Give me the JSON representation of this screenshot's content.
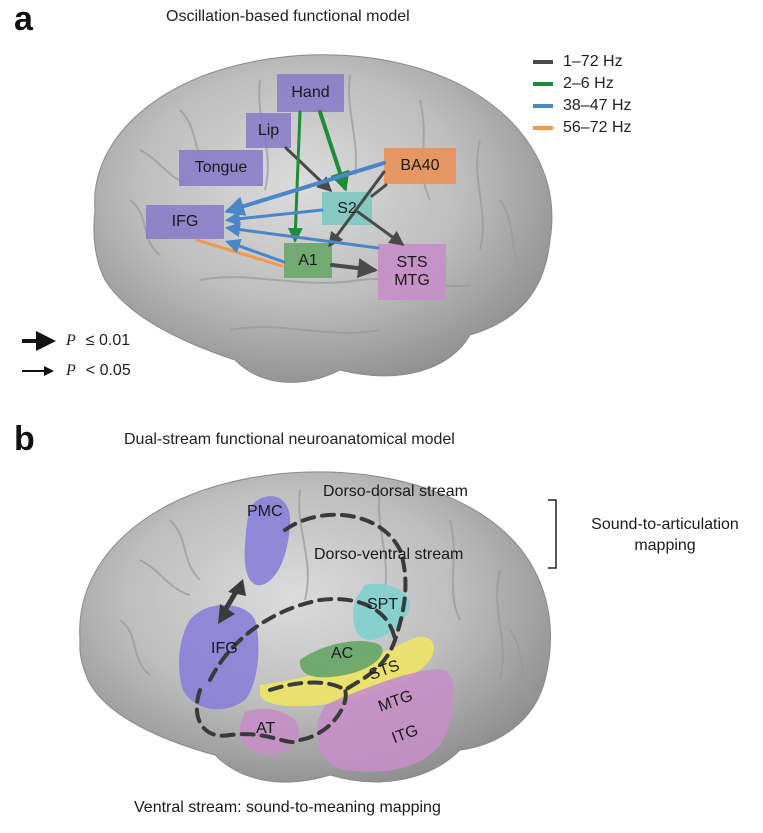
{
  "panel_a": {
    "letter": "a",
    "title": "Oscillation-based functional model",
    "legend": [
      {
        "label": "1–72 Hz",
        "color": "#4a4a4a"
      },
      {
        "label": "2–6 Hz",
        "color": "#1e8c3a"
      },
      {
        "label": "38–47 Hz",
        "color": "#4a86c8"
      },
      {
        "label": "56–72 Hz",
        "color": "#f2994a"
      }
    ],
    "regions": {
      "hand": "Hand",
      "lip": "Lip",
      "tongue": "Tongue",
      "ba40": "BA40",
      "s2": "S2",
      "ifg": "IFG",
      "a1": "A1",
      "sts": "STS",
      "mtg": "MTG"
    },
    "region_colors": {
      "motor": "#8a7fc8",
      "ba40": "#e8935a",
      "s2": "#7fc8c0",
      "a1": "#6aa86a",
      "sts_mtg": "#c58fc8"
    },
    "significance": [
      {
        "symbol": "P",
        "relation": "≤ 0.01"
      },
      {
        "symbol": "P",
        "relation": "< 0.05"
      }
    ]
  },
  "panel_b": {
    "letter": "b",
    "title": "Dual-stream functional neuroanatomical model",
    "regions": {
      "pmc": "PMC",
      "ifg": "IFG",
      "spt": "SPT",
      "ac": "AC",
      "sts": "STS",
      "mtg": "MTG",
      "at": "AT",
      "itg": "ITG"
    },
    "region_colors": {
      "pmc_ifg": "#8a7fd8",
      "spt": "#7fd0d0",
      "ac": "#6aa86a",
      "sts": "#f0e860",
      "mtg_itg_at": "#c58fc8"
    },
    "streams": {
      "dorso_dorsal": "Dorso-dorsal stream",
      "dorso_ventral": "Dorso-ventral stream",
      "ventral": "Ventral stream: sound-to-meaning mapping"
    },
    "bracket_label_line1": "Sound-to-articulation",
    "bracket_label_line2": "mapping"
  }
}
